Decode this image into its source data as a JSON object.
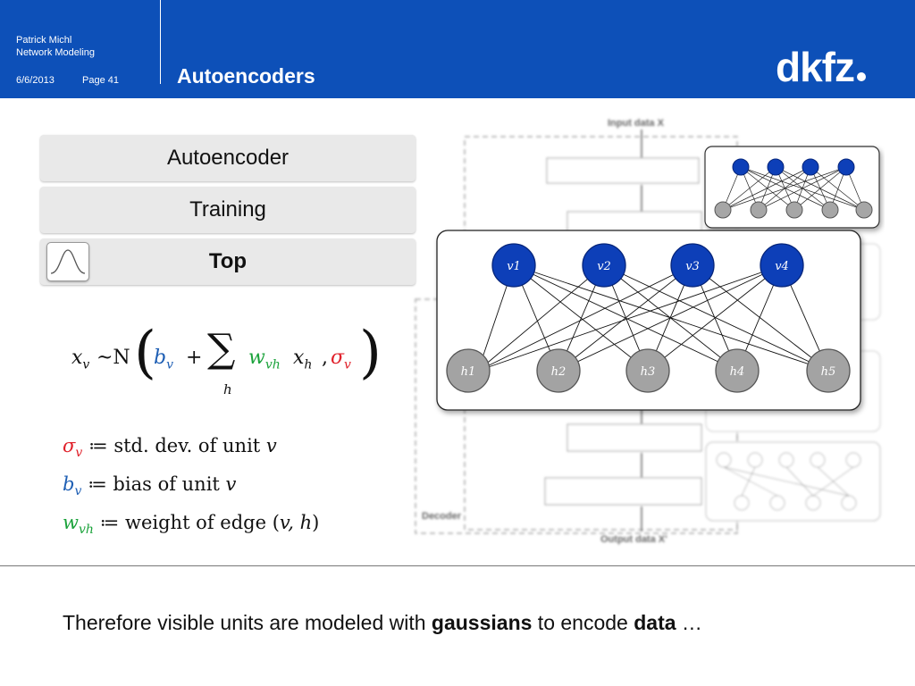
{
  "header": {
    "author": "Patrick Michl",
    "topic": "Network Modeling",
    "date": "6/6/2013",
    "page": "Page 41",
    "title": "Autoencoders",
    "logo_text": "dkfz"
  },
  "menu": {
    "items": [
      {
        "label": "Autoencoder"
      },
      {
        "label": "Training"
      },
      {
        "label": "Top"
      }
    ]
  },
  "formula": {
    "lhs": "x",
    "lhs_sub": "v",
    "dist": "~N",
    "bias": "b",
    "bias_sub": "v",
    "plus": "+",
    "sum_index": "h",
    "weight": "w",
    "weight_sub": "vh",
    "hidden": "x",
    "hidden_sub": "h",
    "comma": ",",
    "sigma": "σ",
    "sigma_sub": "v"
  },
  "definitions": [
    {
      "symbol": "σ",
      "sub": "v",
      "text": "≔ std. dev. of unit ",
      "var": "v"
    },
    {
      "symbol": "b",
      "sub": "v",
      "text": "≔ bias of unit ",
      "var": "v"
    },
    {
      "symbol": "w",
      "sub": "vh",
      "text": "≔ weight of edge (",
      "var": "v, h",
      "tail": ")"
    }
  ],
  "diagram": {
    "input_label": "Input data X",
    "decoder_label": "Decoder",
    "output_label": "Output data X'",
    "visible_units": [
      "v1",
      "v2",
      "v3",
      "v4"
    ],
    "hidden_units": [
      "h1",
      "h2",
      "h3",
      "h4",
      "h5"
    ],
    "colors": {
      "visible": "#0d3fb8",
      "hidden": "#9e9e9e"
    }
  },
  "footer": {
    "part1": "Therefore visible units are modeled with ",
    "bold1": "gaussians",
    "part2": " to encode ",
    "bold2": "data",
    "part3": " …"
  }
}
